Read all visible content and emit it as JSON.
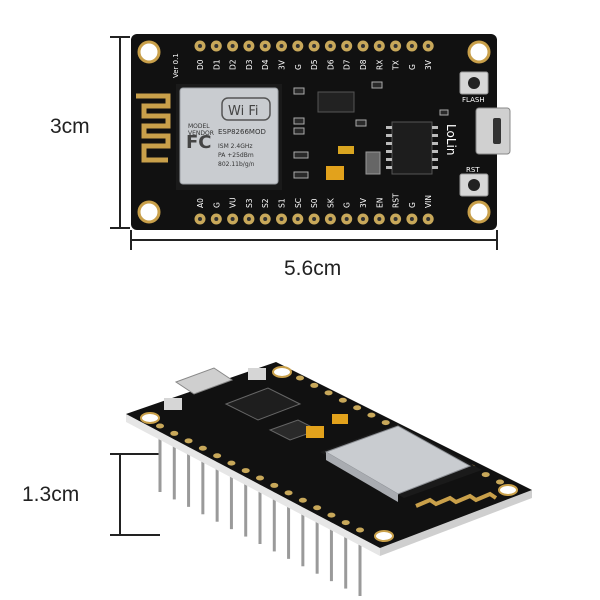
{
  "dimensions": {
    "height": "3cm",
    "width": "5.6cm",
    "thickness": "1.3cm"
  },
  "top_board": {
    "pin_labels_top": [
      "D0",
      "D1",
      "D2",
      "D3",
      "D4",
      "3V",
      "G",
      "D5",
      "D6",
      "D7",
      "D8",
      "RX",
      "TX",
      "G",
      "3V"
    ],
    "pin_labels_bottom": [
      "A0",
      "G",
      "VU",
      "S3",
      "S2",
      "S1",
      "SC",
      "S0",
      "SK",
      "G",
      "3V",
      "EN",
      "RST",
      "G",
      "VIN"
    ],
    "ver_label": "Ver 0.1",
    "wifi_text": "Wi Fi",
    "fc_text": "FC",
    "module_lines": [
      "MODEL",
      "VENDOR"
    ],
    "chip_name": "ESP8266MOD",
    "spec_lines": [
      "ISM 2.4GHz",
      "PA +25dBm",
      "802.11b/g/n"
    ],
    "flash_label": "FLASH",
    "rst_label": "RST",
    "brand": "LoLin"
  },
  "colors": {
    "pcb": "#111111",
    "shield": "#c9ccd0",
    "dimension_line": "#222222",
    "pin_gold": "#c8a85a",
    "antenna": "#c9a04a"
  }
}
